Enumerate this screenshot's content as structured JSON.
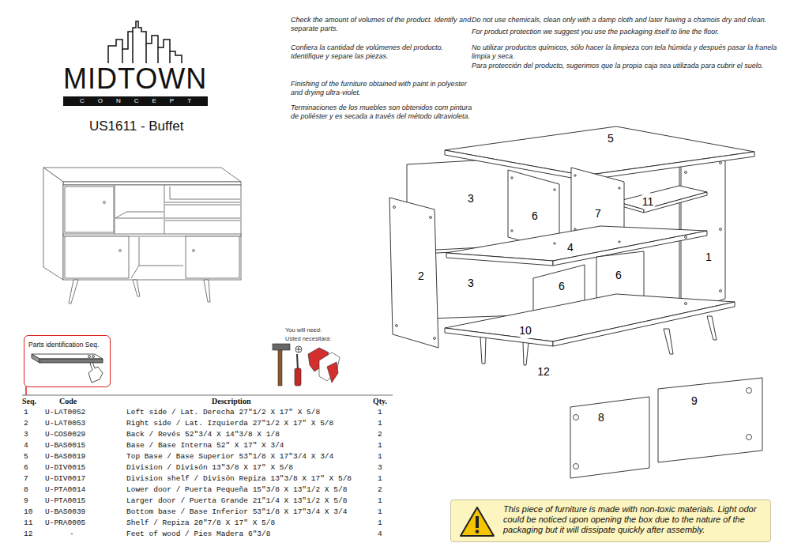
{
  "diagram": {
    "title": "US1611 - Buffet",
    "nodes": [
      {
        "text": [
          "Parts identification Seq."
        ]
      },
      {
        "text": [
          "This piece of furniture is made with non-toxic materials. Light odor could be noticed upon opening the box due to the nature of the packaging but it will dissipate quickly after assembly."
        ]
      }
    ],
    "labels": [
      "MIDTOWN",
      "CONCEPT",
      "Check the amount of volumes of the product. Identify and separate parts.",
      "Confiera la cantidad de volúmenes del producto. Identifique y separe las piezas.",
      "Finishing of the furniture obtained with paint in polyester and drying ultra-violet.",
      "Terminaciones de los muebles son obtenidos com pintura de poliéster y es secada a través del método ultravioleta.",
      "Do not use chemicals, clean only with a damp cloth and later having a chamois dry and clean.",
      "For product protection we suggest you use the packaging itself to line the floor.",
      "No utilizar productos químicos, sólo hacer la limpieza con tela húmida y después pasar la franela limpia y seca.",
      "Para protección del producto, sugerimos que la propia caja sea utilizada para cubrir el suelo.",
      "You will need:",
      "Usted necesitará:",
      "Seq.",
      "Code",
      "Description",
      "Qty.",
      "1",
      "U-LAT0052",
      "Left side / Lat. Derecha 27\"1/2 X 17\" X 5/8",
      "1",
      "2",
      "U-LAT0053",
      "Right side / Lat. Izquierda 27\"1/2 X 17\" X 5/8",
      "1",
      "3",
      "U-COS0029",
      "Back / Revés 52\"3/4 X 14\"3/8 X 1/8",
      "2",
      "4",
      "U-BAS0015",
      "Base / Base Interna 52\" X 17\" X 3/4",
      "1",
      "5",
      "U-BAS0019",
      "Top Base / Base Superior 53\"1/8 X 17\"3/4 X 3/4",
      "1",
      "6",
      "U-DIV0015",
      "Division / Divisón 13\"3/8 X 17\" X 5/8",
      "3",
      "7",
      "U-DIV0017",
      "Division shelf / Divisón Repiza 13\"3/8 X 17\" X 5/8",
      "1",
      "8",
      "U-PTA0014",
      "Lower door / Puerta Pequeña 15\"3/8 X 13\"1/2 X 5/8",
      "2",
      "9",
      "U-PTA0015",
      "Larger door / Puerta Grande 21\"1/4 X 13\"1/2 X 5/8",
      "1",
      "10",
      "U-BAS0039",
      "Bottom base / Base Inferior 53\"1/8 X 17\"3/4 X 3/4",
      "1",
      "11",
      "U-PRA0005",
      "Shelf / Repiza 20\"7/8 X 17\" X 5/8",
      "1",
      "12",
      "-",
      "Feet of wood / Pies Madera 6\"3/8",
      "4",
      "5",
      "3",
      "6",
      "7",
      "11",
      "4",
      "1",
      "2",
      "3",
      "6",
      "6",
      "10",
      "12",
      "9",
      "8"
    ]
  }
}
